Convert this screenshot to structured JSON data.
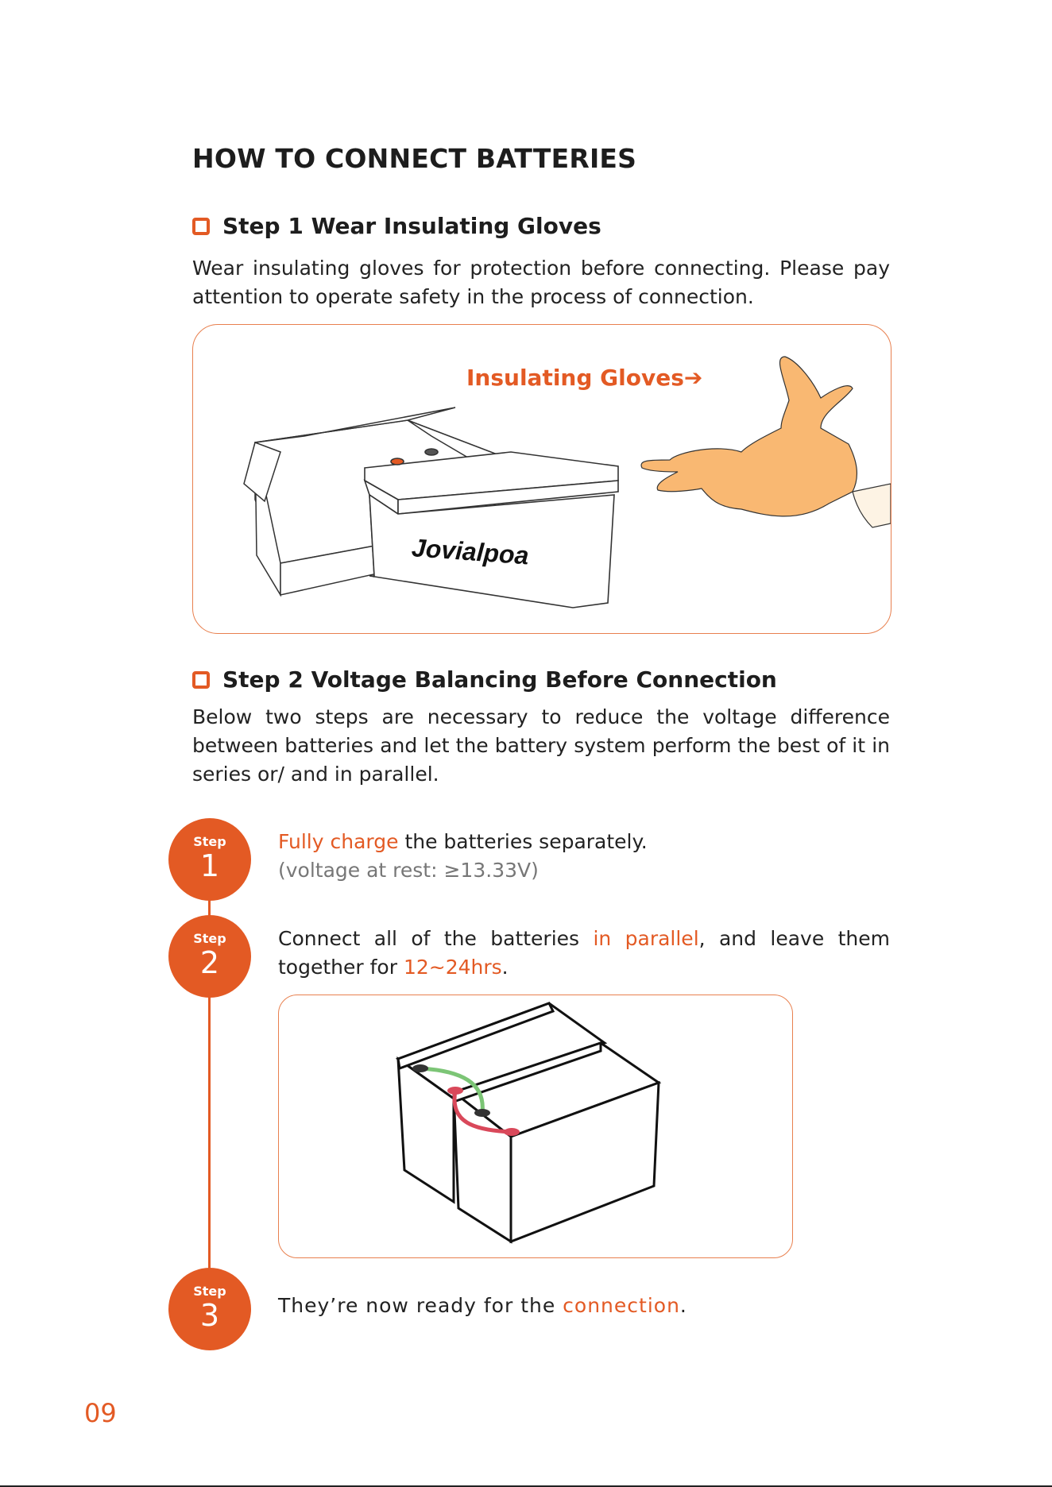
{
  "title": "HOW TO CONNECT BATTERIES",
  "step1": {
    "heading": "Step 1 Wear Insulating Gloves",
    "text": "Wear insulating gloves for protection before connecting. Please pay attention to operate safety in the process of connection.",
    "illustration_label": "Insulating Gloves",
    "brand": "Jovialpoa"
  },
  "step2": {
    "heading": "Step 2 Voltage Balancing Before Connection",
    "text": "Below two steps are necessary to reduce the voltage difference between batteries and let the battery system perform the best of it in series or/ and in parallel."
  },
  "substeps": [
    {
      "badge_word": "Step",
      "number": "1",
      "highlight": "Fully charge",
      "rest": " the batteries separately.",
      "note": "(voltage at rest: ≥13.33V)"
    },
    {
      "badge_word": "Step",
      "number": "2",
      "part1": "Connect all of the batteries ",
      "highlight1": "in parallel",
      "part2": ", and leave them together for ",
      "highlight2": "12~24hrs",
      "part3": "."
    },
    {
      "badge_word": "Step",
      "number": "3",
      "part1": "They’re now ready for the ",
      "highlight": "connection",
      "part2": "."
    }
  ],
  "page_number": "09",
  "colors": {
    "accent": "#e35a24",
    "glove": "#f9b872",
    "frame_border": "#e8804f"
  }
}
